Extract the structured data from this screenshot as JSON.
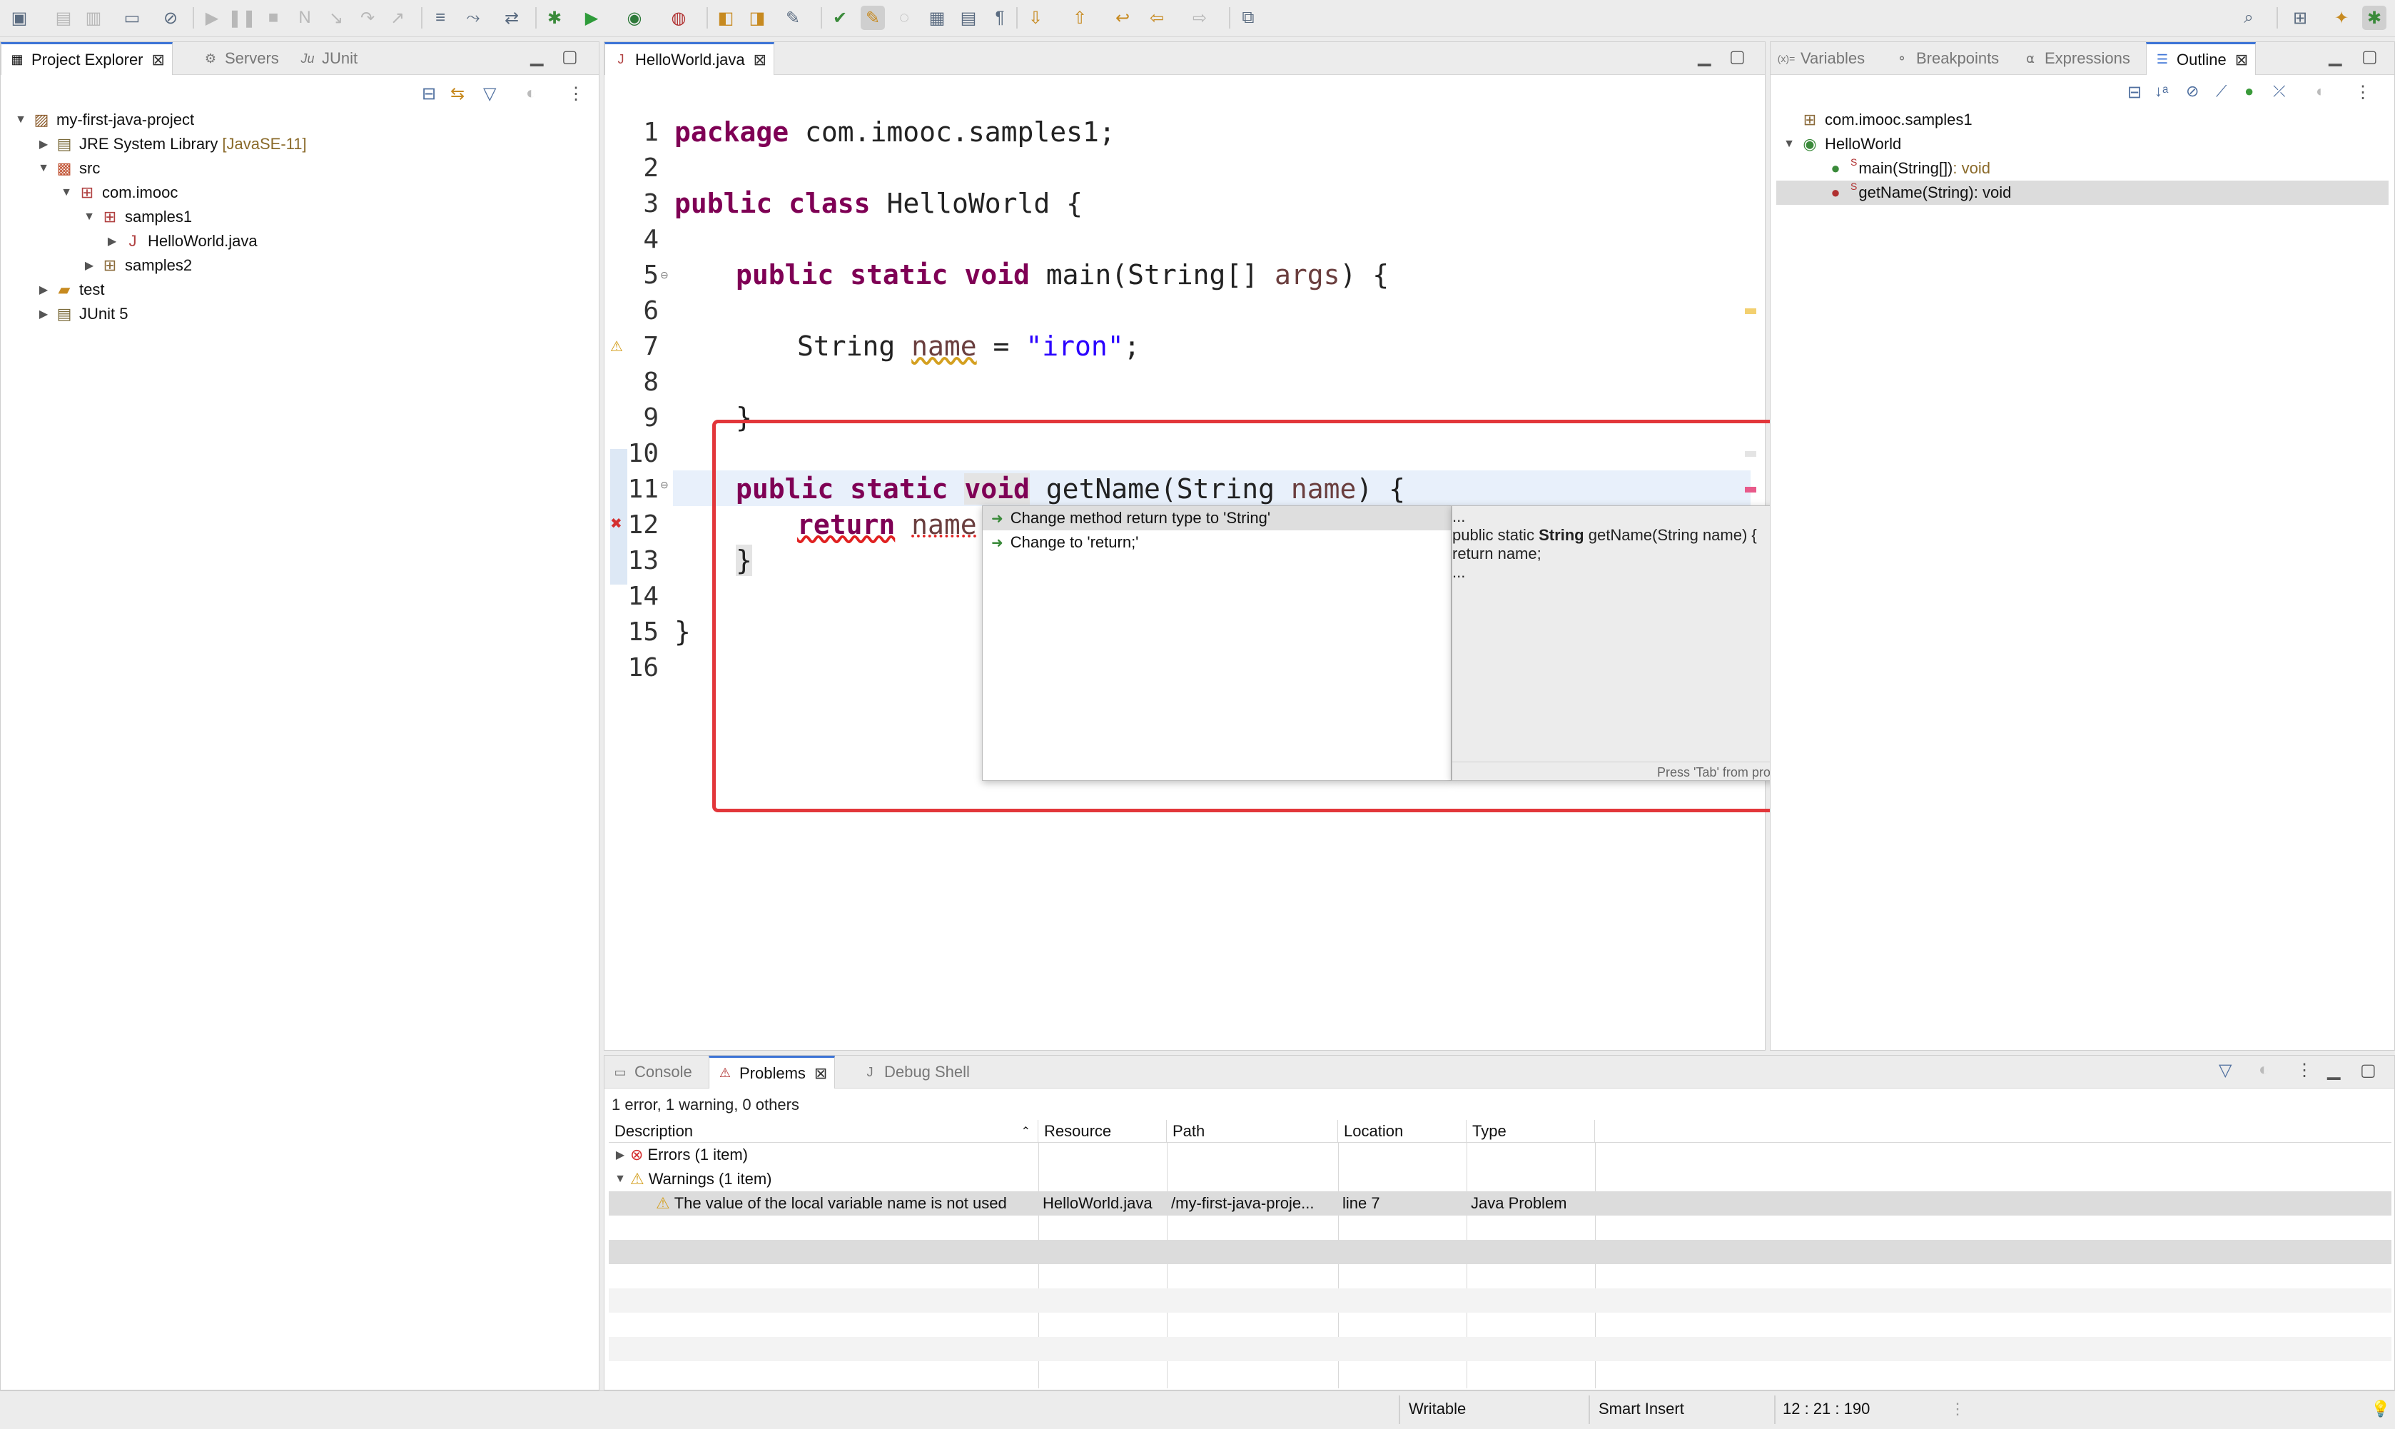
{
  "toolbar": {
    "icons": [
      "new-icon",
      "save-icon",
      "save-all-icon",
      "terminal-icon",
      "skip-breakpoints-icon",
      "resume-icon",
      "suspend-icon",
      "terminate-icon",
      "disconnect-icon",
      "step-into-icon",
      "step-over-icon",
      "step-return-icon",
      "drop-to-frame-icon",
      "use-step-filters-icon",
      "new-java-package-icon",
      "new-java-class-icon",
      "debug-icon",
      "run-icon",
      "coverage-icon",
      "external-tools-icon",
      "open-type-icon",
      "open-task-icon",
      "search-icon",
      "toggle-mark-occurrences-icon",
      "toggle-highlight-icon",
      "toggle-breadcrumb-icon",
      "show-whitespace-icon",
      "next-annotation-icon",
      "previous-annotation-icon",
      "last-edit-icon",
      "back-icon",
      "forward-icon",
      "pin-editor-icon"
    ],
    "search_icon": "search-icon",
    "perspectives": [
      "open-perspective-icon",
      "java-ee-perspective-icon",
      "debug-perspective-icon"
    ]
  },
  "left_panel": {
    "tabs": [
      {
        "label": "Project Explorer",
        "icon": "project-explorer-icon"
      },
      {
        "label": "Servers",
        "icon": "servers-icon"
      },
      {
        "label": "JUnit",
        "icon": "junit-icon"
      }
    ],
    "tree": [
      {
        "label": "my-first-java-project",
        "suffix": "",
        "expanded": true,
        "icon": "java-project-icon"
      },
      {
        "label": "JRE System Library",
        "suffix": "[JavaSE-11]",
        "expanded": false,
        "icon": "library-icon"
      },
      {
        "label": "src",
        "suffix": "",
        "expanded": true,
        "icon": "source-folder-icon"
      },
      {
        "label": "com.imooc",
        "suffix": "",
        "expanded": true,
        "icon": "package-icon"
      },
      {
        "label": "samples1",
        "suffix": "",
        "expanded": true,
        "icon": "package-error-icon"
      },
      {
        "label": "HelloWorld.java",
        "suffix": "",
        "expanded": false,
        "icon": "java-file-error-icon"
      },
      {
        "label": "samples2",
        "suffix": "",
        "expanded": false,
        "icon": "package-icon"
      },
      {
        "label": "test",
        "suffix": "",
        "expanded": false,
        "icon": "folder-icon"
      },
      {
        "label": "JUnit 5",
        "suffix": "",
        "expanded": false,
        "icon": "library-icon"
      }
    ]
  },
  "editor": {
    "tab_label": "HelloWorld.java",
    "line_numbers": [
      "1",
      "2",
      "3",
      "4",
      "5",
      "6",
      "7",
      "8",
      "9",
      "10",
      "11",
      "12",
      "13",
      "14",
      "15",
      "16"
    ],
    "lines": {
      "l1_kw": "package",
      "l1_rest": " com.imooc.samples1;",
      "l3_kw1": "public",
      "l3_kw2": "class",
      "l3_rest": " HelloWorld {",
      "l5_kw1": "public",
      "l5_kw2": "static",
      "l5_kw3": "void",
      "l5_mid": " main(String[] ",
      "l5_var": "args",
      "l5_end": ") {",
      "l7_type": "String ",
      "l7_var": "name",
      "l7_eq": " = ",
      "l7_str": "\"iron\"",
      "l7_end": ";",
      "l9": "}",
      "l11_kw1": "public",
      "l11_kw2": "static",
      "l11_kw3": "void",
      "l11_mid": " getName(String ",
      "l11_var": "name",
      "l11_end": ") {",
      "l12_kw": "return",
      "l12_var": "name",
      "l12_end": ";",
      "l13": "}",
      "l15": "}"
    }
  },
  "quick_fix": {
    "proposals": [
      {
        "label": "Change method return type to 'String'",
        "selected": true
      },
      {
        "label": "Change to 'return;'",
        "selected": false
      }
    ],
    "preview": {
      "line1": "...",
      "line2_pre": "public static ",
      "line2_bold": "String",
      "line2_post": " getName(String name) {",
      "line3": "return name;",
      "line4": "..."
    },
    "footer": "Press 'Tab' from proposal table or click for focus"
  },
  "right_panel": {
    "tabs": [
      {
        "label": "Variables",
        "icon": "variables-icon"
      },
      {
        "label": "Breakpoints",
        "icon": "breakpoints-icon"
      },
      {
        "label": "Expressions",
        "icon": "expressions-icon"
      },
      {
        "label": "Outline",
        "icon": "outline-icon"
      }
    ],
    "outline": [
      {
        "label": "com.imooc.samples1",
        "suffix": "",
        "icon": "package-icon"
      },
      {
        "label": "HelloWorld",
        "suffix": "",
        "icon": "class-icon"
      },
      {
        "label": "main(String[])",
        "suffix": " : void",
        "icon": "method-icon",
        "mod": "S"
      },
      {
        "label": "getName(String)",
        "suffix": " : void",
        "icon": "method-error-icon",
        "mod": "S"
      }
    ]
  },
  "bottom_panel": {
    "tabs": [
      {
        "label": "Console",
        "icon": "console-icon"
      },
      {
        "label": "Problems",
        "icon": "problems-icon"
      },
      {
        "label": "Debug Shell",
        "icon": "debug-shell-icon"
      }
    ],
    "summary": "1 error, 1 warning, 0 others",
    "columns": [
      "Description",
      "Resource",
      "Path",
      "Location",
      "Type"
    ],
    "rows": [
      {
        "description": "Errors (1 item)",
        "resource": "",
        "path": "",
        "location": "",
        "type": "",
        "kind": "error-group"
      },
      {
        "description": "Warnings (1 item)",
        "resource": "",
        "path": "",
        "location": "",
        "type": "",
        "kind": "warning-group"
      },
      {
        "description": "The value of the local variable name is not used",
        "resource": "HelloWorld.java",
        "path": "/my-first-java-proje...",
        "location": "line 7",
        "type": "Java Problem",
        "kind": "warning"
      }
    ]
  },
  "status_bar": {
    "mode": "Writable",
    "insert": "Smart Insert",
    "position": "12 : 21 : 190"
  },
  "colors": {
    "keyword": "#7f0055",
    "string": "#2a00ff",
    "variable": "#6a3e3e",
    "highlight_box": "#e2363a",
    "tab_accent": "#3d74d6"
  }
}
